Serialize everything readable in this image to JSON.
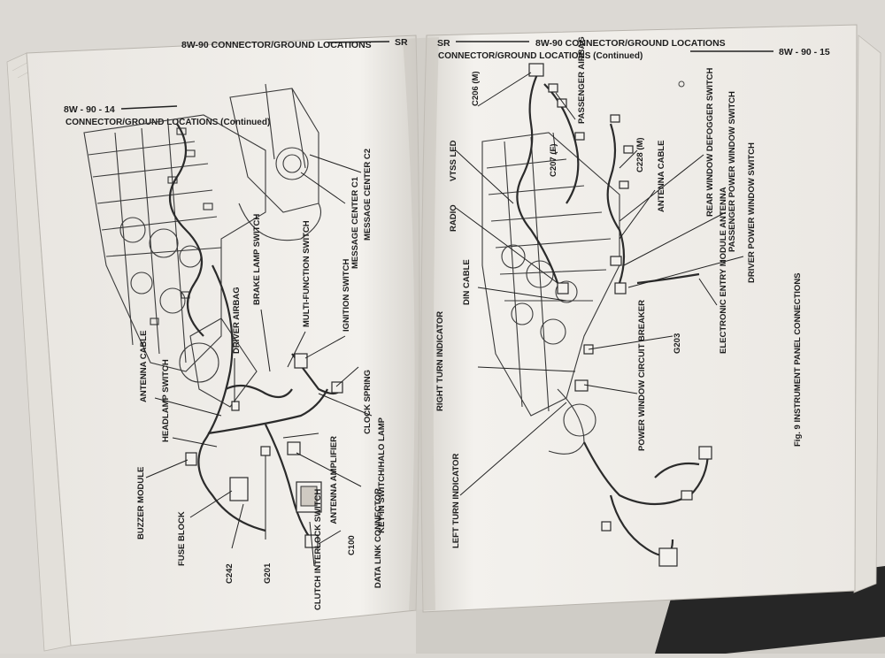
{
  "left_page": {
    "page_number": "8W - 90 - 14",
    "running_header": "8W-90 CONNECTOR/GROUND LOCATIONS",
    "section_code": "SR",
    "section_title": "CONNECTOR/GROUND LOCATIONS (Continued)",
    "labels": {
      "message_center_c1": "MESSAGE CENTER C1",
      "message_center_c2": "MESSAGE CENTER C2",
      "brake_lamp_switch": "BRAKE LAMP SWITCH",
      "multi_function_switch": "MULTI-FUNCTION SWITCH",
      "ignition_switch": "IGNITION SWITCH",
      "driver_airbag": "DRIVER AIRBAG",
      "antenna_cable": "ANTENNA CABLE",
      "clock_spring": "CLOCK SPRING",
      "key_in_switch": "KEY-IN SWITCH/HALO LAMP",
      "headlamp_switch": "HEADLAMP SWITCH",
      "antenna_amplifier": "ANTENNA AMPLIFIER",
      "buzzer_module": "BUZZER MODULE",
      "fuse_block": "FUSE BLOCK",
      "data_link_connector": "DATA LINK CONNECTOR",
      "c242": "C242",
      "g201": "G201",
      "clutch_interlock_switch": "CLUTCH INTERLOCK SWITCH",
      "c100": "C100"
    }
  },
  "right_page": {
    "page_number": "8W - 90 - 15",
    "running_header": "8W-90 CONNECTOR/GROUND LOCATIONS",
    "section_code": "SR",
    "section_title": "CONNECTOR/GROUND LOCATIONS (Continued)",
    "labels": {
      "c206": "C206 (M)",
      "passenger_airbag": "PASSENGER AIRBAG",
      "c207": "C207 (F)",
      "c228": "C228 (M)",
      "rear_window_defogger": "REAR WINDOW DEFOGGER SWITCH",
      "antenna_cable": "ANTENNA CABLE",
      "vtss_led": "VTSS LED",
      "radio": "RADIO",
      "passenger_power_window": "PASSENGER POWER WINDOW SWITCH",
      "driver_power_window": "DRIVER POWER WINDOW SWITCH",
      "din_cable": "DIN CABLE",
      "electronic_entry_antenna": "ELECTRONIC ENTRY MODULE ANTENNA",
      "g203": "G203",
      "right_turn_indicator": "RIGHT TURN INDICATOR",
      "power_window_breaker": "POWER WINDOW CIRCUIT BREAKER",
      "left_turn_indicator": "LEFT TURN INDICATOR",
      "figure_caption": "Fig. 9 INSTRUMENT PANEL CONNECTIONS"
    }
  },
  "colors": {
    "background": "#d9d6d1",
    "paper": "#f2f0ec",
    "ink": "#1c1c1c",
    "binding": "#2a2a2a"
  }
}
